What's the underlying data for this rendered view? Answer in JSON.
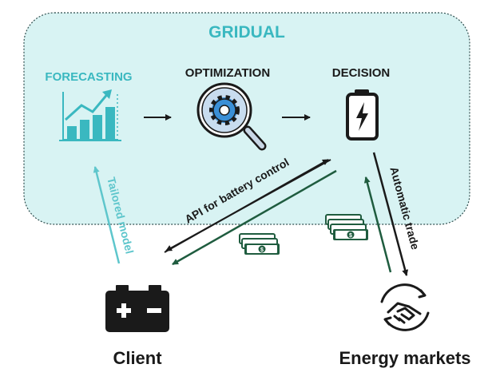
{
  "title": "GRIDUAL",
  "stages": {
    "forecasting": "FORECASTING",
    "optimization": "OPTIMIZATION",
    "decision": "DECISION"
  },
  "actors": {
    "client": "Client",
    "markets": "Energy markets"
  },
  "arrows": {
    "tailored_model": "Tailored model",
    "api": "API for battery control",
    "automatic_trade": "Automatic trade"
  },
  "colors": {
    "teal": "#3ab8c0",
    "region_fill": "#d8f3f3",
    "dark_green": "#1f5c3f",
    "icon_blue": "#3a8fd6",
    "dark": "#1a1a1a"
  },
  "icons": {
    "forecasting": "growth-chart-icon",
    "optimization": "gear-magnifier-icon",
    "decision": "battery-bolt-icon",
    "client": "battery-plus-minus-icon",
    "markets": "handshake-icon",
    "money": "cash-stack-icon"
  }
}
